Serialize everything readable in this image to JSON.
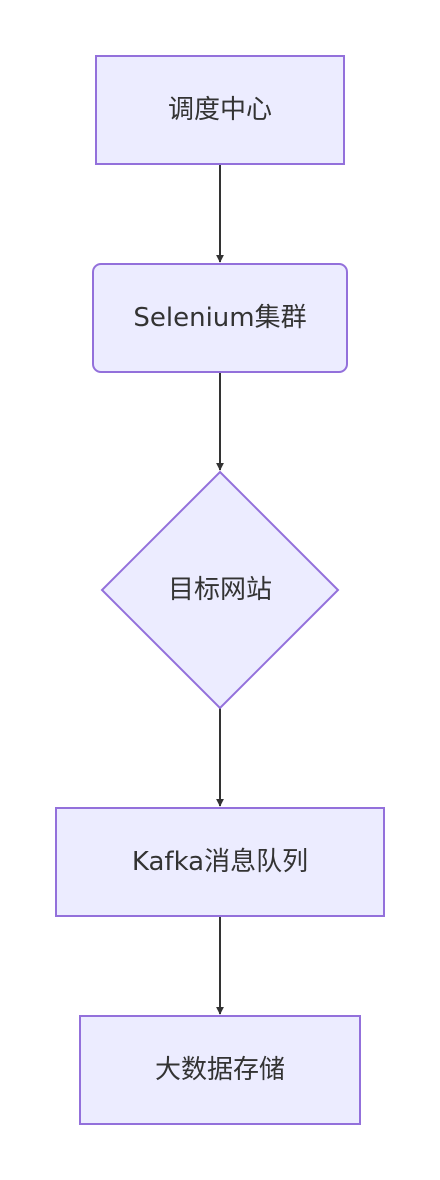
{
  "colors": {
    "node_fill": "#ECECFF",
    "node_stroke": "#9370DB",
    "edge": "#333333",
    "text": "#333333",
    "background": "#FFFFFF"
  },
  "nodes": [
    {
      "id": "scheduler",
      "shape": "rect",
      "label": "调度中心"
    },
    {
      "id": "selenium",
      "shape": "rounded-rect",
      "label": "Selenium集群"
    },
    {
      "id": "target",
      "shape": "diamond",
      "label": "目标网站"
    },
    {
      "id": "kafka",
      "shape": "rect",
      "label": "Kafka消息队列"
    },
    {
      "id": "storage",
      "shape": "rect",
      "label": "大数据存储"
    }
  ],
  "edges": [
    {
      "from": "scheduler",
      "to": "selenium"
    },
    {
      "from": "selenium",
      "to": "target"
    },
    {
      "from": "target",
      "to": "kafka"
    },
    {
      "from": "kafka",
      "to": "storage"
    }
  ]
}
